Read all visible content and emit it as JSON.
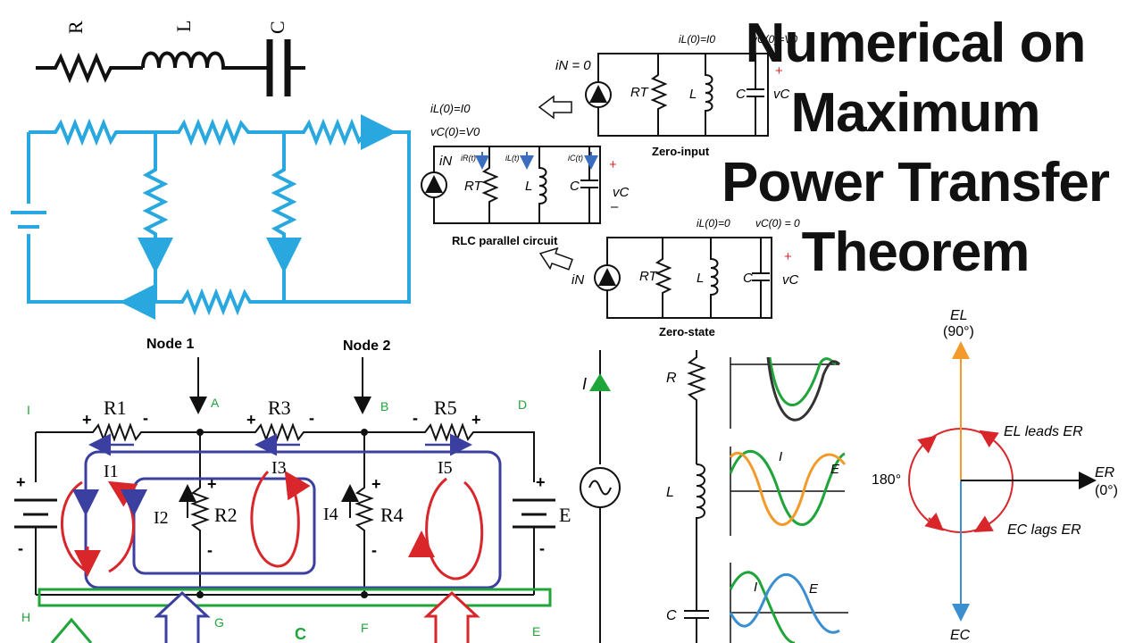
{
  "title": {
    "line1": "Numerical on",
    "line2": "Maximum",
    "line3": "Power Transfer",
    "line4": "Theorem"
  },
  "rlc_series": {
    "r": "R",
    "l": "L",
    "c": "C"
  },
  "parallel_rlc": {
    "init_il": "iL(0)=I0",
    "init_vc": "vC(0)=V0",
    "source": "iN",
    "branch_ir": "iR(t)",
    "branch_il": "iL(t)",
    "branch_ic": "iC(t)",
    "rt": "RT",
    "l": "L",
    "c": "C",
    "vc": "vC",
    "plus": "+",
    "minus": "–",
    "caption": "RLC parallel circuit"
  },
  "zero_input": {
    "in_zero": "iN = 0",
    "il_init": "iL(0)=I0",
    "vc_init": "vC(0)=V0",
    "rt": "RT",
    "l": "L",
    "c": "C",
    "vc": "vC",
    "plus": "+",
    "caption": "Zero-input"
  },
  "zero_state": {
    "il_init": "iL(0)=0",
    "vc_init": "vC(0) = 0",
    "source": "iN",
    "rt": "RT",
    "l": "L",
    "c": "C",
    "vc": "vC",
    "plus": "+",
    "caption": "Zero-state"
  },
  "mesh": {
    "node1": "Node 1",
    "node2": "Node 2",
    "a": "A",
    "b": "B",
    "d": "D",
    "i": "I",
    "h": "H",
    "g": "G",
    "f": "F",
    "e": "E",
    "c": "C",
    "r1": "R1",
    "r2": "R2",
    "r3": "R3",
    "r4": "R4",
    "r5": "R5",
    "i1": "I1",
    "i2": "I2",
    "i3": "I3",
    "i4": "I4",
    "i5": "I5",
    "plus": "+",
    "minus": "-",
    "battery_e": "E"
  },
  "waveforms": {
    "i": "I",
    "r": "R",
    "l": "L",
    "c": "C",
    "wave_i_l": "I",
    "wave_e_l": "E",
    "wave_i_c": "I",
    "wave_e_c": "E"
  },
  "phasor": {
    "el": "EL",
    "el_deg": "(90°)",
    "er": "ER",
    "er_deg": "(0°)",
    "ec": "EC",
    "deg180": "180°",
    "leads": "EL leads ER",
    "lags": "EC lags ER"
  },
  "colors": {
    "blue_circuit": "#29a8e0",
    "red_loop": "#d8262b",
    "navy_loop": "#3b3fa0",
    "green": "#1fa53a",
    "orange": "#f39a2b",
    "phasor_blue": "#3a8fd0"
  }
}
